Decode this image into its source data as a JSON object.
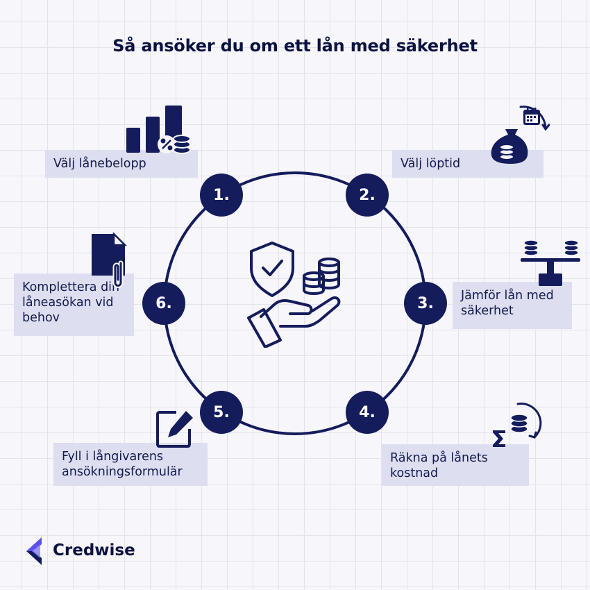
{
  "title": "Så ansöker du om ett lån med säkerhet",
  "steps": [
    {
      "number": "1.",
      "label": "Välj lånebelopp",
      "icon": "bar-chart-coins-icon"
    },
    {
      "number": "2.",
      "label": "Välj löptid",
      "icon": "money-bag-calendar-icon"
    },
    {
      "number": "3.",
      "label": "Jämför lån med säkerhet",
      "icon": "balance-coins-icon"
    },
    {
      "number": "4.",
      "label": "Räkna på lånets kostnad",
      "icon": "sigma-coins-icon"
    },
    {
      "number": "5.",
      "label": "Fyll i långivarens ansökningsformulär",
      "icon": "edit-form-icon"
    },
    {
      "number": "6.",
      "label": "Komplettera din låneasökan vid behov",
      "icon": "document-attachment-icon"
    }
  ],
  "center_icon": "shield-hand-coins-icon",
  "brand": {
    "name": "Credwise",
    "accent": "#5b4ff0"
  },
  "colors": {
    "navy": "#141c5c",
    "label_bg": "#dddff0",
    "background": "#f6f6fb"
  }
}
